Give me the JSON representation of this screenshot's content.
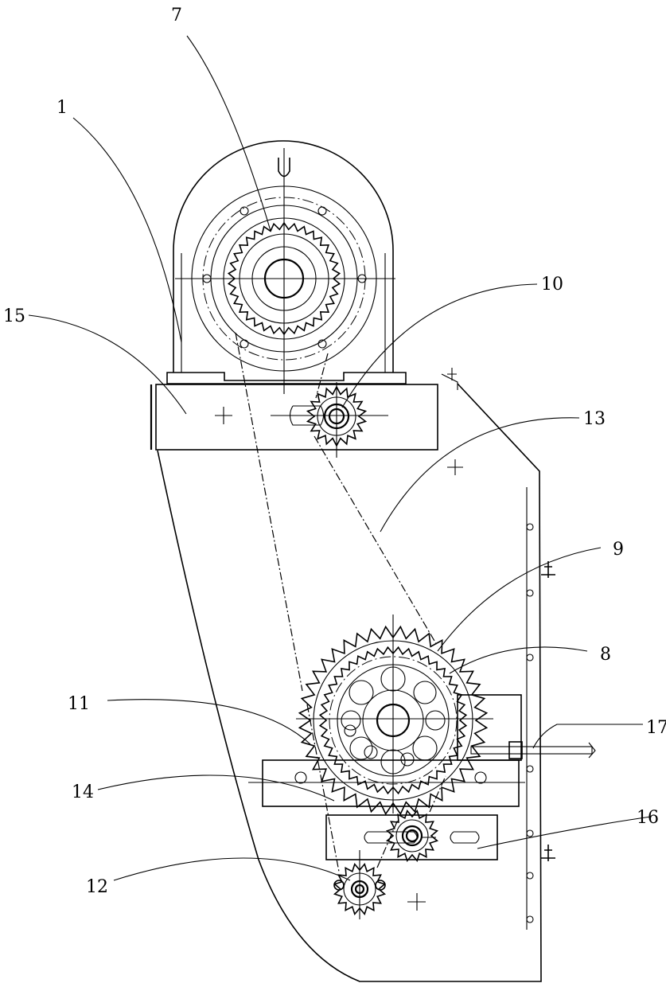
{
  "labels": {
    "l1": "1",
    "l7": "7",
    "l8": "8",
    "l9": "9",
    "l10": "10",
    "l11": "11",
    "l12": "12",
    "l13": "13",
    "l14": "14",
    "l15": "15",
    "l16": "16",
    "l17": "17"
  }
}
